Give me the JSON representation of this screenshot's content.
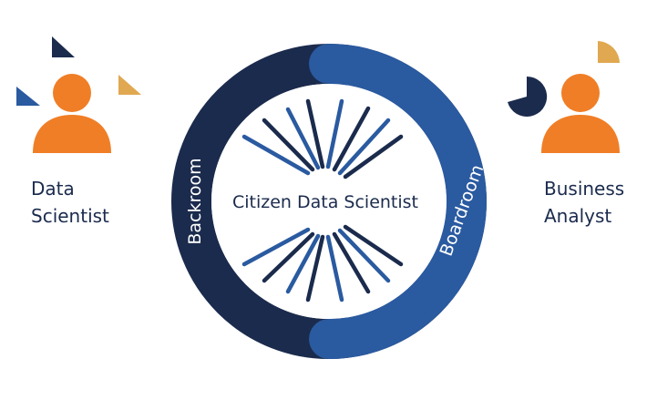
{
  "center_label": "Citizen Data Scientist",
  "ring": {
    "left_label": "Backroom",
    "right_label": "Boardroom"
  },
  "left_person": {
    "line1": "Data",
    "line2": "Scientist",
    "icon": "person-icon"
  },
  "right_person": {
    "line1": "Business",
    "line2": "Analyst",
    "icon": "person-icon"
  },
  "colors": {
    "navy": "#1b2b4d",
    "blue": "#2a5aa0",
    "orange": "#f07e26",
    "gold": "#e0a850"
  }
}
